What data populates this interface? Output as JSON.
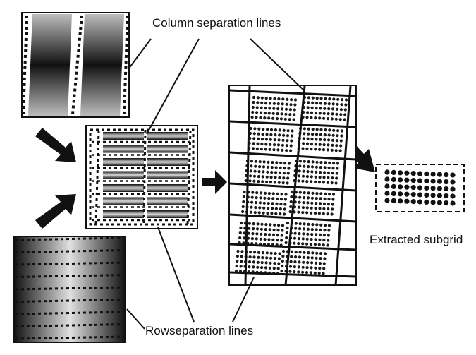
{
  "labels": {
    "column_separation": "Column separation lines",
    "row_separation": "Rowseparation lines",
    "extracted_subgrid": "Extracted subgrid"
  },
  "colors": {
    "stroke": "#111111",
    "dot": "#1a1a1a",
    "gradient_dark": "#111111",
    "gradient_light": "#bdbdbd"
  },
  "grid": {
    "tilted_array": {
      "block_rows": 6,
      "block_cols": 2,
      "spots_per_block_rows": 5,
      "spots_per_block_cols": 11
    },
    "subgrid": {
      "rows": 5,
      "cols": 11
    }
  }
}
